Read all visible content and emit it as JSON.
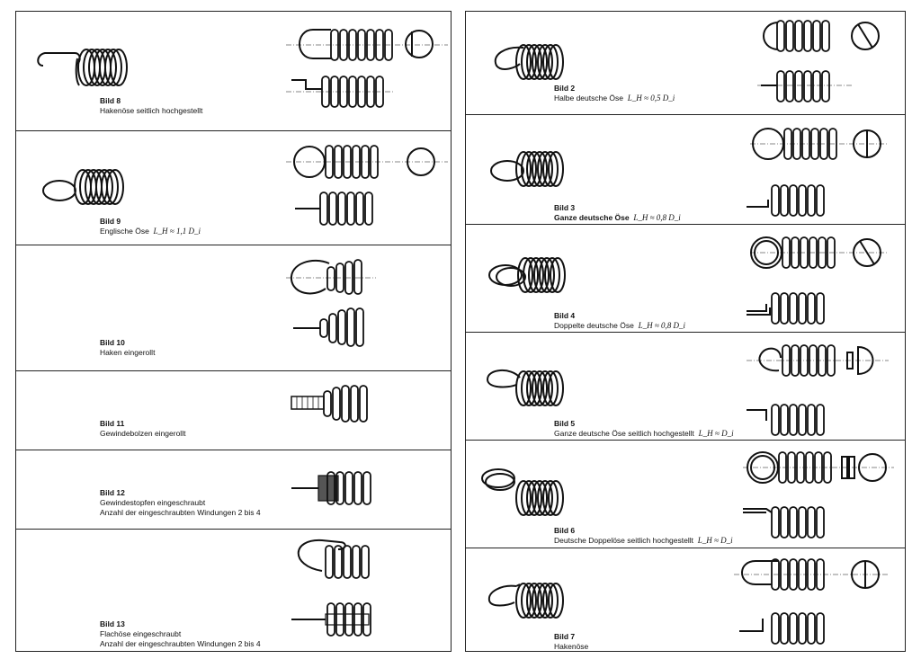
{
  "left_column": [
    {
      "id": "bild-8",
      "title": "Bild 8",
      "desc": "Hakenöse seitlich hochgestellt"
    },
    {
      "id": "bild-9",
      "title": "Bild 9",
      "desc": "Englische Öse",
      "formula": "L_H ≈ 1,1 D_i"
    },
    {
      "id": "bild-10",
      "title": "Bild 10",
      "desc": "Haken eingerollt"
    },
    {
      "id": "bild-11",
      "title": "Bild 11",
      "desc": "Gewindebolzen eingerollt"
    },
    {
      "id": "bild-12",
      "title": "Bild 12",
      "desc": "Gewindestopfen eingeschraubt",
      "desc2": "Anzahl der eingeschraubten Windungen 2 bis 4"
    },
    {
      "id": "bild-13",
      "title": "Bild 13",
      "desc": "Flachöse eingeschraubt",
      "desc2": "Anzahl der eingeschraubten Windungen 2 bis 4"
    }
  ],
  "right_column": [
    {
      "id": "bild-2",
      "title": "Bild 2",
      "desc": "Halbe deutsche Öse",
      "formula": "L_H ≈ 0,5 D_i"
    },
    {
      "id": "bild-3",
      "title": "Bild 3",
      "desc": "Ganze deutsche Öse",
      "formula": "L_H ≈ 0,8 D_i"
    },
    {
      "id": "bild-4",
      "title": "Bild 4",
      "desc": "Doppelte deutsche Öse",
      "formula": "L_H ≈ 0,8 D_i"
    },
    {
      "id": "bild-5",
      "title": "Bild 5",
      "desc": "Ganze deutsche Öse seitlich hochgestellt",
      "formula": "L_H ≈ D_i"
    },
    {
      "id": "bild-6",
      "title": "Bild 6",
      "desc": "Deutsche Doppelöse seitlich hochgestellt",
      "formula": "L_H ≈ D_i"
    },
    {
      "id": "bild-7",
      "title": "Bild 7",
      "desc": "Hakenöse"
    }
  ]
}
